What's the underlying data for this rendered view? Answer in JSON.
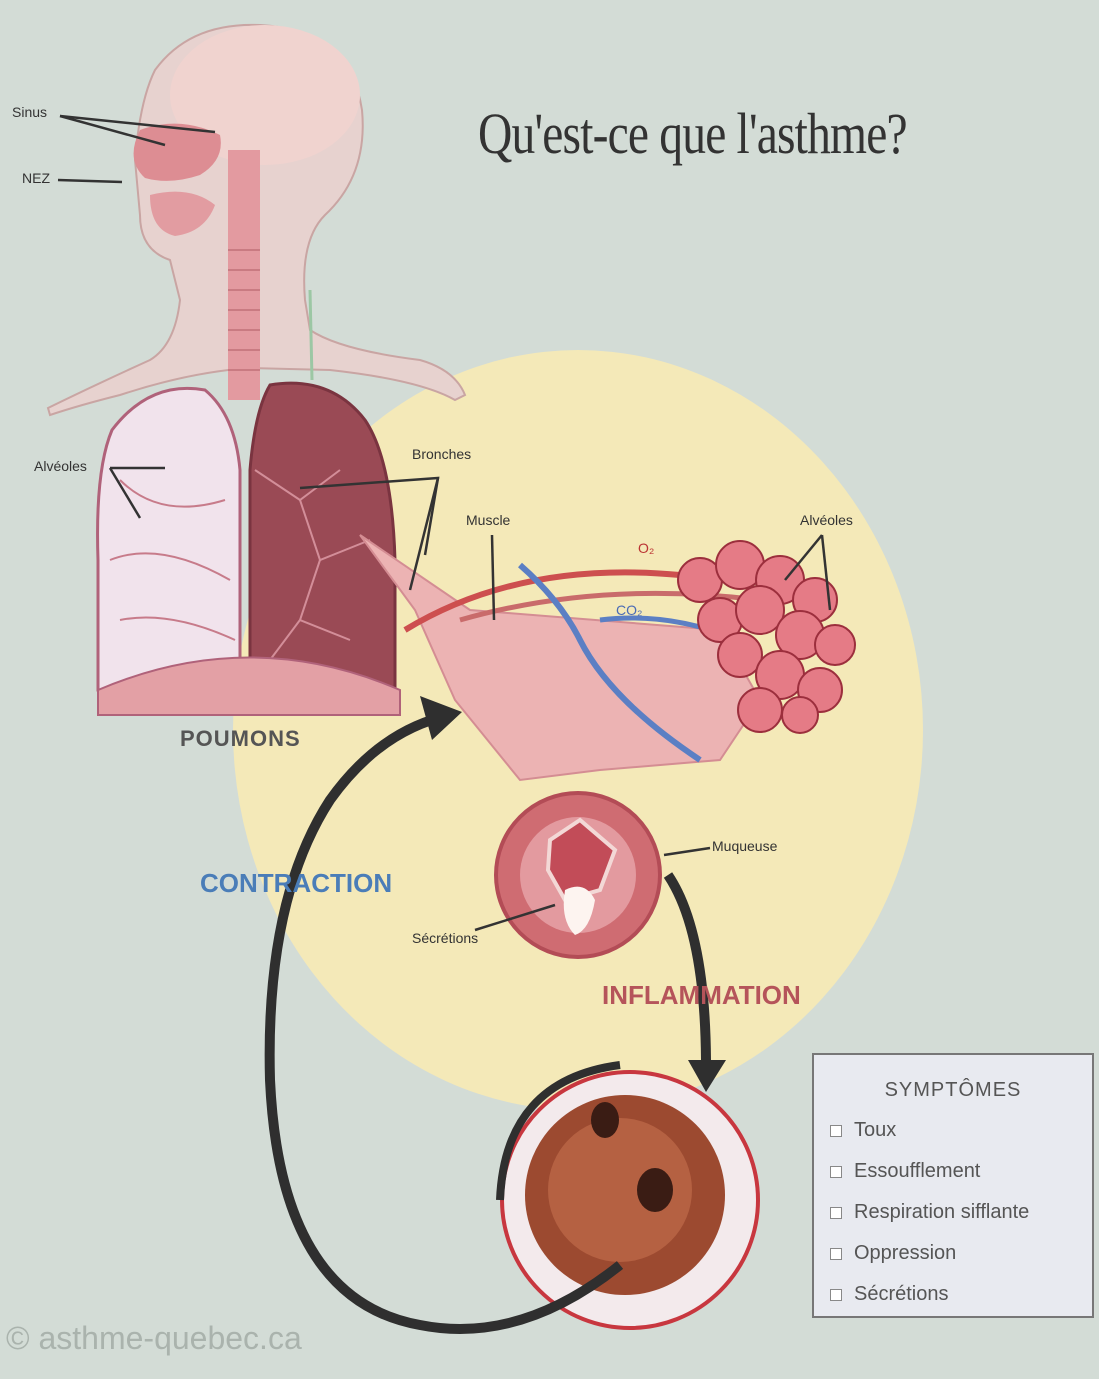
{
  "title": "Qu'est-ce que l'asthme?",
  "labels": {
    "sinus": "Sinus",
    "nez": "NEZ",
    "alveoles_left": "Alvéoles",
    "bronches": "Bronches",
    "muscle": "Muscle",
    "alveoles_right": "Alvéoles",
    "o2": "O₂",
    "co2": "CO₂",
    "poumons": "POUMONS",
    "muqueuse": "Muqueuse",
    "secretions": "Sécrétions",
    "contraction": "CONTRACTION",
    "inflammation": "INFLAMMATION"
  },
  "symptoms": {
    "title": "SYMPTÔMES",
    "items": [
      "Toux",
      "Essoufflement",
      "Respiration sifflante",
      "Oppression",
      "Sécrétions"
    ]
  },
  "watermark": "© asthme-quebec.ca",
  "colors": {
    "background": "#d3dcd6",
    "highlight_circle": "#f4e9b8",
    "tissue": "#e0a3a8",
    "lung_dark": "#9a4a55",
    "contraction_text": "#4a7db8",
    "inflammation_text": "#b5545a"
  }
}
